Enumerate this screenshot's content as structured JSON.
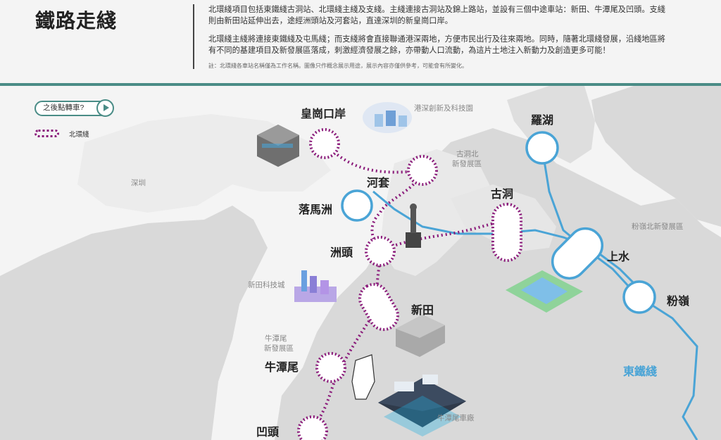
{
  "header": {
    "title": "鐵路走綫",
    "paragraphs": [
      "北環綫項目包括東鐵綫古洞站、北環綫主綫及支綫。主綫連接古洞站及錦上路站，並設有三個中途車站：新田、牛潭尾及凹頭。支綫則由新田站延伸出去，途經洲頭站及河套站，直達深圳的新皇崗口岸。",
      "北環綫主綫將連接東鐵綫及屯馬綫；而支綫將會直接聯通港深兩地，方便市民出行及往來兩地。同時，隨著北環綫發展，沿綫地區將有不同的基建項目及新發展區落成，刺激經濟發展之餘，亦帶動人口流動，為這片土地注入新動力及創造更多可能！"
    ],
    "note": "註：北環綫各車站名稱僅為工作名稱。圖像只作概念展示用途，展示內容亦僅供參考，可能會有所變化。"
  },
  "controls": {
    "next_stop_label": "之後點轉車?",
    "legend_label": "北環綫"
  },
  "stations": {
    "huanggang": "皇崗口岸",
    "hetao": "河套",
    "lokmachau": "落馬洲",
    "chautau": "洲頭",
    "santin": "新田",
    "ngautamemei": "牛潭尾",
    "autau": "凹頭",
    "kwutung": "古洞",
    "lowu": "羅湖",
    "sheungshui": "上水",
    "fanling": "粉嶺"
  },
  "areas": {
    "tech_park": "港深創新及科技園",
    "kwutung_north_l1": "古洞北",
    "kwutung_north_l2": "新發展區",
    "shenzhen": "深圳",
    "flnnda": "粉嶺北新發展區",
    "santin_tech": "新田科技城",
    "ntm_nda_l1": "牛潭尾",
    "ntm_nda_l2": "新發展區",
    "ntm_depot": "牛潭尾車廠"
  },
  "lines": {
    "east_rail": "東鐵綫"
  },
  "colors": {
    "teal": "#4a8c86",
    "northern_link": "#8a1a7a",
    "east_rail": "#4aa4d6",
    "land": "#d9d9d9",
    "land_light": "#e9e9e9"
  }
}
